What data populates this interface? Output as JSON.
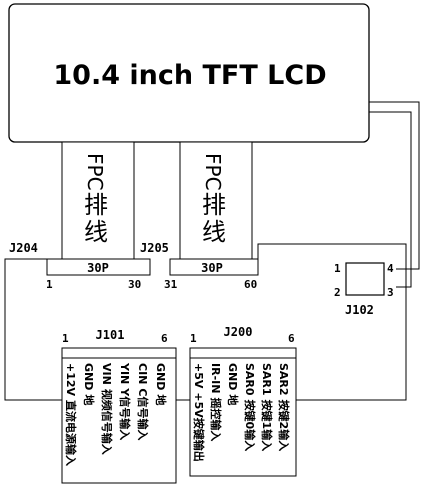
{
  "lcd": {
    "title": "10.4 inch TFT LCD"
  },
  "fpc_left": {
    "line1": "FPC",
    "line2": "排",
    "line3": "线"
  },
  "fpc_right": {
    "line1": "FPC",
    "line2": "排",
    "line3": "线"
  },
  "connectors": {
    "j204": "J204",
    "j205": "J205",
    "left_30p": "30P",
    "right_30p": "30P",
    "left_pin_start": "1",
    "left_pin_end": "30",
    "right_pin_start": "31",
    "right_pin_end": "60",
    "j102": "J102",
    "j102_pin1": "1",
    "j102_pin2": "2",
    "j102_pin3": "3",
    "j102_pin4": "4",
    "j101": "J101",
    "j101_pin_start": "1",
    "j101_pin_end": "6",
    "j200": "J200",
    "j200_pin_start": "1",
    "j200_pin_end": "6"
  },
  "j101_pins": [
    {
      "sig": "+12V",
      "desc": "直流电源输入"
    },
    {
      "sig": "GND",
      "desc": "地"
    },
    {
      "sig": "VIN",
      "desc": "视频信号输入"
    },
    {
      "sig": "YIN",
      "desc": "Y信号输入"
    },
    {
      "sig": "CIN",
      "desc": "C信号输入"
    },
    {
      "sig": "GND",
      "desc": "地"
    }
  ],
  "j200_pins": [
    {
      "sig": "+5V",
      "desc": "+5V按键输出"
    },
    {
      "sig": "IR-IN",
      "desc": "摇控输入"
    },
    {
      "sig": "GND",
      "desc": "地"
    },
    {
      "sig": "SAR0",
      "desc": "按键0输入"
    },
    {
      "sig": "SAR1",
      "desc": "按键1输入"
    },
    {
      "sig": "SAR2",
      "desc": "按键2输入"
    }
  ]
}
